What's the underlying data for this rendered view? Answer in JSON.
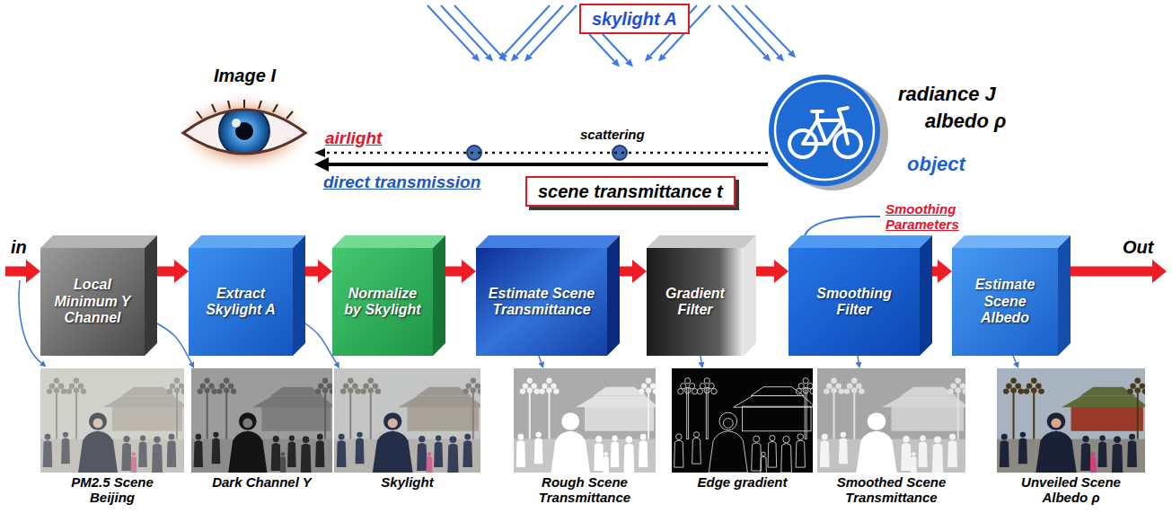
{
  "diagram": {
    "nodes": [
      {
        "text": [
          "skylight A"
        ]
      },
      {
        "text": [
          "Image I"
        ]
      },
      {
        "text": [
          "radiance J",
          "albedo ρ",
          "object"
        ]
      },
      {
        "text": [
          "scene transmittance t"
        ]
      },
      {
        "text": [
          "Local Minimum Y Channel"
        ]
      },
      {
        "text": [
          "Extract Skylight A"
        ]
      },
      {
        "text": [
          "Normalize by Skylight"
        ]
      },
      {
        "text": [
          "Estimate Scene Transmittance"
        ]
      },
      {
        "text": [
          "Gradient Filter"
        ]
      },
      {
        "text": [
          "Smoothing Filter"
        ]
      },
      {
        "text": [
          "Estimate Scene Albedo"
        ]
      },
      {
        "text": [
          "PM2.5 Scene Beijing"
        ]
      },
      {
        "text": [
          "Dark Channel Y"
        ]
      },
      {
        "text": [
          "Skylight"
        ]
      },
      {
        "text": [
          "Rough Scene Transmittance"
        ]
      },
      {
        "text": [
          "Edge gradient"
        ]
      },
      {
        "text": [
          "Smoothed Scene Transmittance"
        ]
      },
      {
        "text": [
          "Unveiled Scene Albedo ρ"
        ]
      }
    ],
    "edges": [
      {
        "from": 2,
        "to": 1,
        "arrow": "to",
        "label": "airlight"
      },
      {
        "from": 2,
        "to": 1,
        "arrow": "to",
        "label": "direct transmission"
      },
      {
        "from": 4,
        "to": 5,
        "arrow": "to"
      },
      {
        "from": 5,
        "to": 6,
        "arrow": "to"
      },
      {
        "from": 6,
        "to": 7,
        "arrow": "to"
      },
      {
        "from": 7,
        "to": 8,
        "arrow": "to"
      },
      {
        "from": 8,
        "to": 9,
        "arrow": "to"
      },
      {
        "from": 9,
        "to": 10,
        "arrow": "to"
      },
      {
        "from": 4,
        "to": 12,
        "arrow": "to"
      },
      {
        "from": 5,
        "to": 13,
        "arrow": "to"
      },
      {
        "from": 7,
        "to": 14,
        "arrow": "to"
      },
      {
        "from": 8,
        "to": 15,
        "arrow": "to"
      },
      {
        "from": 9,
        "to": 16,
        "arrow": "to"
      },
      {
        "from": 10,
        "to": 17,
        "arrow": "to"
      }
    ],
    "labels": [
      "scattering",
      "in",
      "Smoothing Parameters",
      "Out"
    ]
  }
}
